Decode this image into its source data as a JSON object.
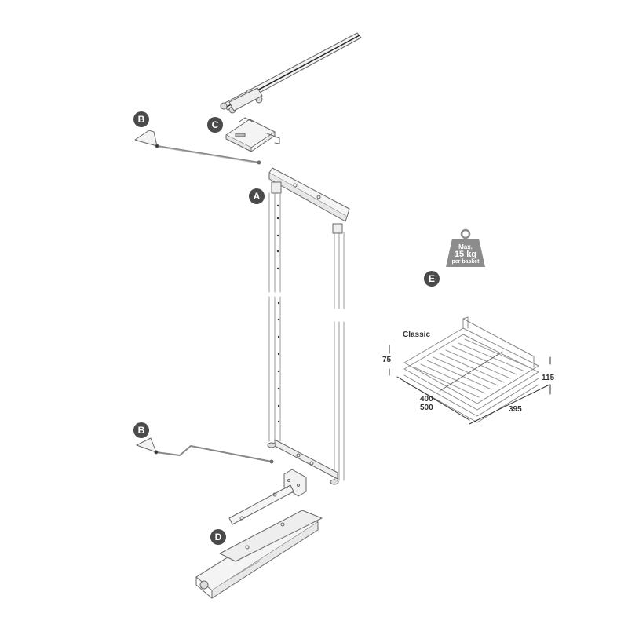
{
  "diagram": {
    "type": "exploded-assembly",
    "callouts": [
      {
        "id": "A",
        "label": "A",
        "part": "frame"
      },
      {
        "id": "B1",
        "label": "B",
        "part": "upper-linkage-rod"
      },
      {
        "id": "B2",
        "label": "B",
        "part": "lower-linkage-rod"
      },
      {
        "id": "C",
        "label": "C",
        "part": "top-guide-bracket"
      },
      {
        "id": "D",
        "label": "D",
        "part": "bottom-runner-damper"
      },
      {
        "id": "E",
        "label": "E",
        "part": "basket"
      }
    ],
    "weight_badge": {
      "line1": "Max.",
      "line2": "15 kg",
      "line3": "per basket",
      "color": "#8c8c8c"
    },
    "basket": {
      "model_label": "Classic",
      "dimensions": {
        "height_inner": "75",
        "height_outer": "115",
        "depth_1": "400",
        "depth_2": "500",
        "width": "395"
      }
    },
    "colors": {
      "badge": "#4a4a4a",
      "line": "#555555",
      "fill": "#f2f2f2"
    }
  }
}
